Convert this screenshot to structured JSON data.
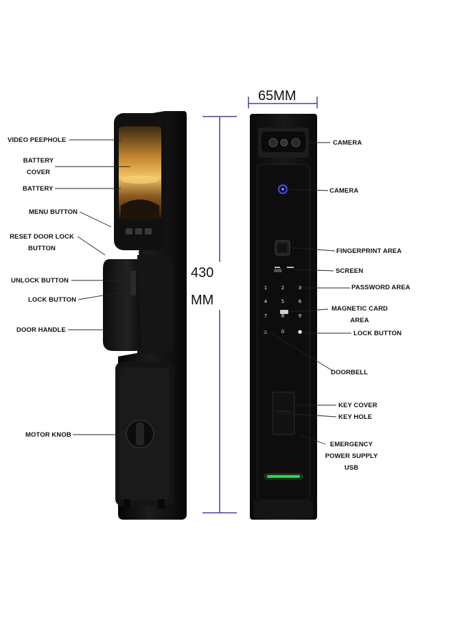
{
  "dimensions": {
    "width_label": "65MM",
    "height_label_line1": "430",
    "height_label_line2": "MM"
  },
  "left_labels": {
    "video_peephole": "VIDEO PEEPHOLE",
    "battery_cover_line1": "BATTERY",
    "battery_cover_line2": "COVER",
    "battery": "BATTERY",
    "menu_button": "MENU BUTTON",
    "reset_line1": "RESET DOOR LOCK",
    "reset_line2": "BUTTON",
    "unlock_button": "UNLOCK BUTTON",
    "lock_button": "LOCK BUTTON",
    "door_handle": "DOOR HANDLE",
    "motor_knob": "MOTOR KNOB"
  },
  "right_labels": {
    "camera_top": "CAMERA",
    "camera_second": "CAMERA",
    "fingerprint_area": "FINGERPRINT AREA",
    "screen": "SCREEN",
    "password_area": "PASSWORD AREA",
    "magnetic_line1": "MAGNETIC CARD",
    "magnetic_line2": "AREA",
    "lock_button": "LOCK BUTTON",
    "doorbell": "DOORBELL",
    "key_cover": "KEY COVER",
    "key_hole": "KEY HOLE",
    "emergency_line1": "EMERGENCY",
    "emergency_line2": "POWER SUPPLY",
    "emergency_line3": "USB"
  },
  "keypad": {
    "keys": [
      "1",
      "2",
      "3",
      "4",
      "5",
      "6",
      "7",
      "8",
      "9",
      "0"
    ],
    "screen_text": "005"
  },
  "colors": {
    "device_body": "#111111",
    "dimension_line": "#4a3f8f",
    "led_strip": "#2bd84a",
    "fingerprint_led": "#6a7cff"
  }
}
